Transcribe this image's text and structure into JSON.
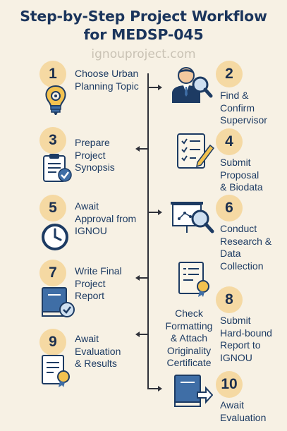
{
  "title_line1": "Step-by-Step Project Workflow",
  "title_line2": "for MEDSP-045",
  "site": "ignouproject.com",
  "steps": [
    {
      "num": "1",
      "lines": [
        "Choose Urban",
        "Planning Topic"
      ],
      "icon": "lightbulb-gear-icon"
    },
    {
      "num": "2",
      "lines": [
        "Find &",
        "Confirm",
        "Supervisor"
      ],
      "icon": "supervisor-magnifier-icon"
    },
    {
      "num": "3",
      "lines": [
        "Prepare",
        "Project",
        "Synopsis"
      ],
      "icon": "clipboard-check-icon"
    },
    {
      "num": "4",
      "lines": [
        "Submit",
        "Proposal",
        "& Biodata"
      ],
      "icon": "checklist-pencil-icon"
    },
    {
      "num": "5",
      "lines": [
        "Await",
        "Approval from",
        "IGNOU"
      ],
      "icon": "clock-icon"
    },
    {
      "num": "6",
      "lines": [
        "Conduct",
        "Research &",
        "Data",
        "Collection"
      ],
      "icon": "presentation-magnifier-icon"
    },
    {
      "num": "7",
      "lines": [
        "Write Final",
        "Project",
        "Report"
      ],
      "icon": "book-check-icon"
    },
    {
      "num": "8",
      "lines": [
        "Submit",
        "Hard-bound",
        "Report to",
        "IGNOU"
      ],
      "icon": "certificate-document-icon"
    },
    {
      "num": "9",
      "lines": [
        "Await",
        "Evaluation",
        "& Results"
      ],
      "icon": "certificate-ribbon-icon"
    },
    {
      "num": "10",
      "lines": [
        "Await",
        "Evaluation"
      ],
      "icon": "book-arrow-icon"
    }
  ],
  "extra_note": [
    "Check",
    "Formatting",
    "& Attach",
    "Originality",
    "Certificate"
  ],
  "colors": {
    "navy": "#1d3b63",
    "badge": "#f5d9a3",
    "background": "#f7f1e4",
    "accent_blue": "#3f6ea6"
  }
}
